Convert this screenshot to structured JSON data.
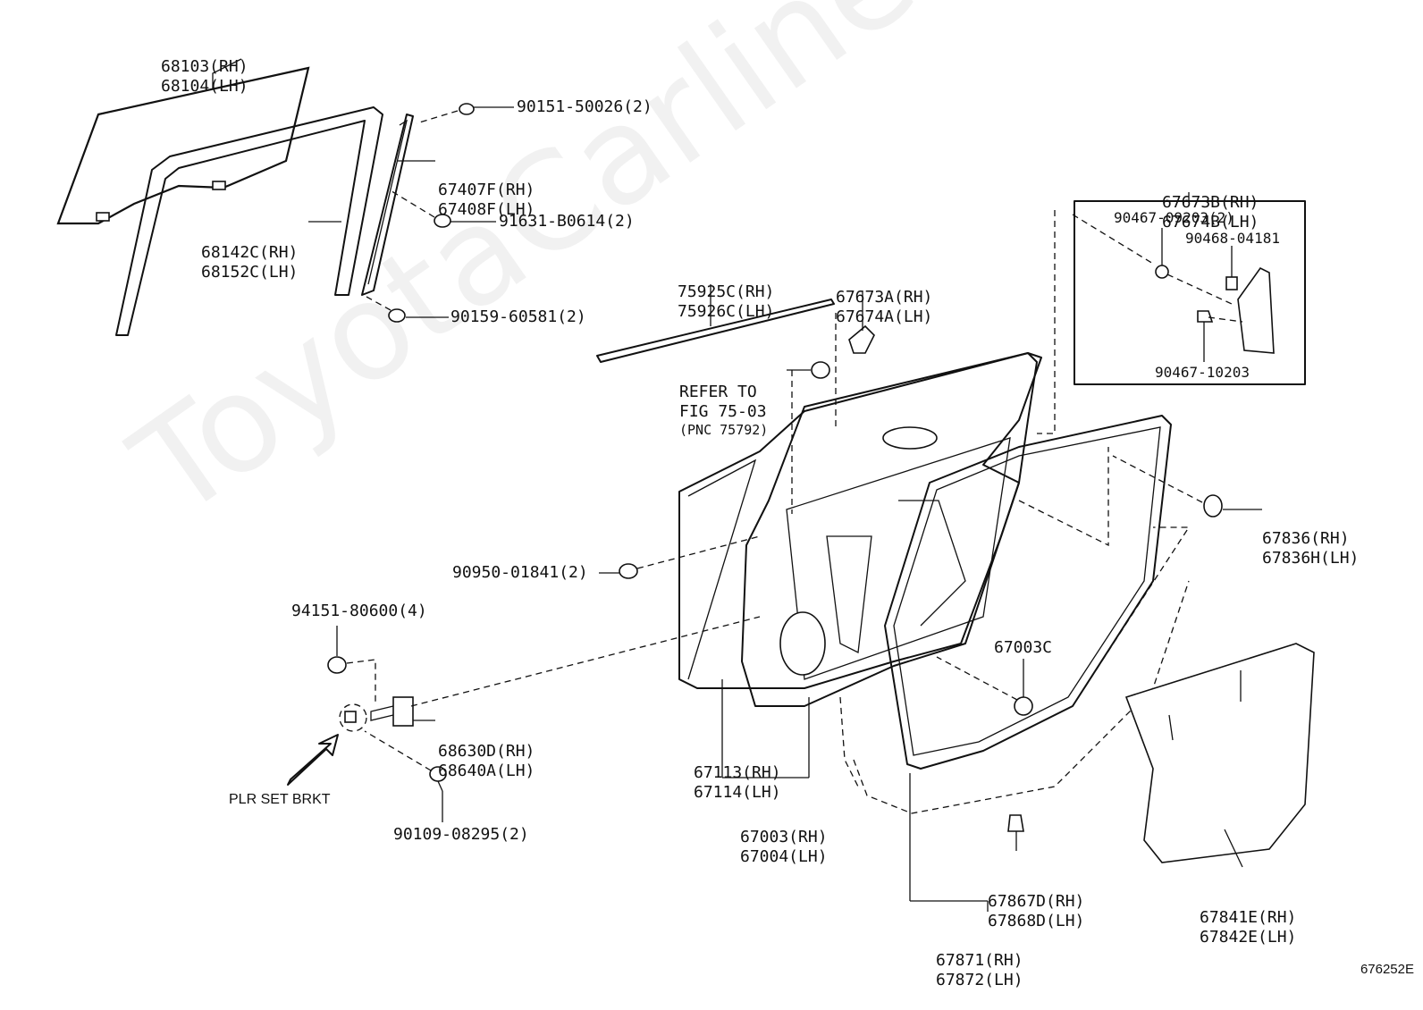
{
  "watermark": "ToyotaCarline.ru",
  "figure_code": "676252E",
  "labels": {
    "glass": [
      "68103(RH)",
      "68104(LH)"
    ],
    "screw_top": "90151-50026(2)",
    "channel_rear": [
      "67407F(RH)",
      "67408F(LH)"
    ],
    "run_channel": [
      "68142C(RH)",
      "68152C(LH)"
    ],
    "bolt_91631": "91631-B0614(2)",
    "clip_90159": "90159-60581(2)",
    "belt_moulding": [
      "75925C(RH)",
      "75926C(LH)"
    ],
    "seal_a": [
      "67673A(RH)",
      "67674A(LH)"
    ],
    "refer": [
      "REFER TO",
      "FIG 75-03",
      "(PNC 75792)"
    ],
    "seal_b": [
      "67673B(RH)",
      "67674B(LH)"
    ],
    "box_screw": "90467-09203(2)",
    "box_clip": "90468-04181",
    "box_clip2": "90467-10203",
    "hole_plug": [
      "67836(RH)",
      "67836H(LH)"
    ],
    "plug_90950": "90950-01841(2)",
    "nut_94151": "94151-80600(4)",
    "hinge": [
      "68630D(RH)",
      "68640A(LH)"
    ],
    "plr": "PLR SET BRKT",
    "bolt_90109": "90109-08295(2)",
    "panel": [
      "67113(RH)",
      "67114(LH)"
    ],
    "door_assy": [
      "67003(RH)",
      "67004(LH)"
    ],
    "plug_c": "67003C",
    "clip_67867": [
      "67867D(RH)",
      "67868D(LH)"
    ],
    "weatherstrip": [
      "67871(RH)",
      "67872(LH)"
    ],
    "hole_cover": [
      "67841E(RH)",
      "67842E(LH)"
    ]
  }
}
